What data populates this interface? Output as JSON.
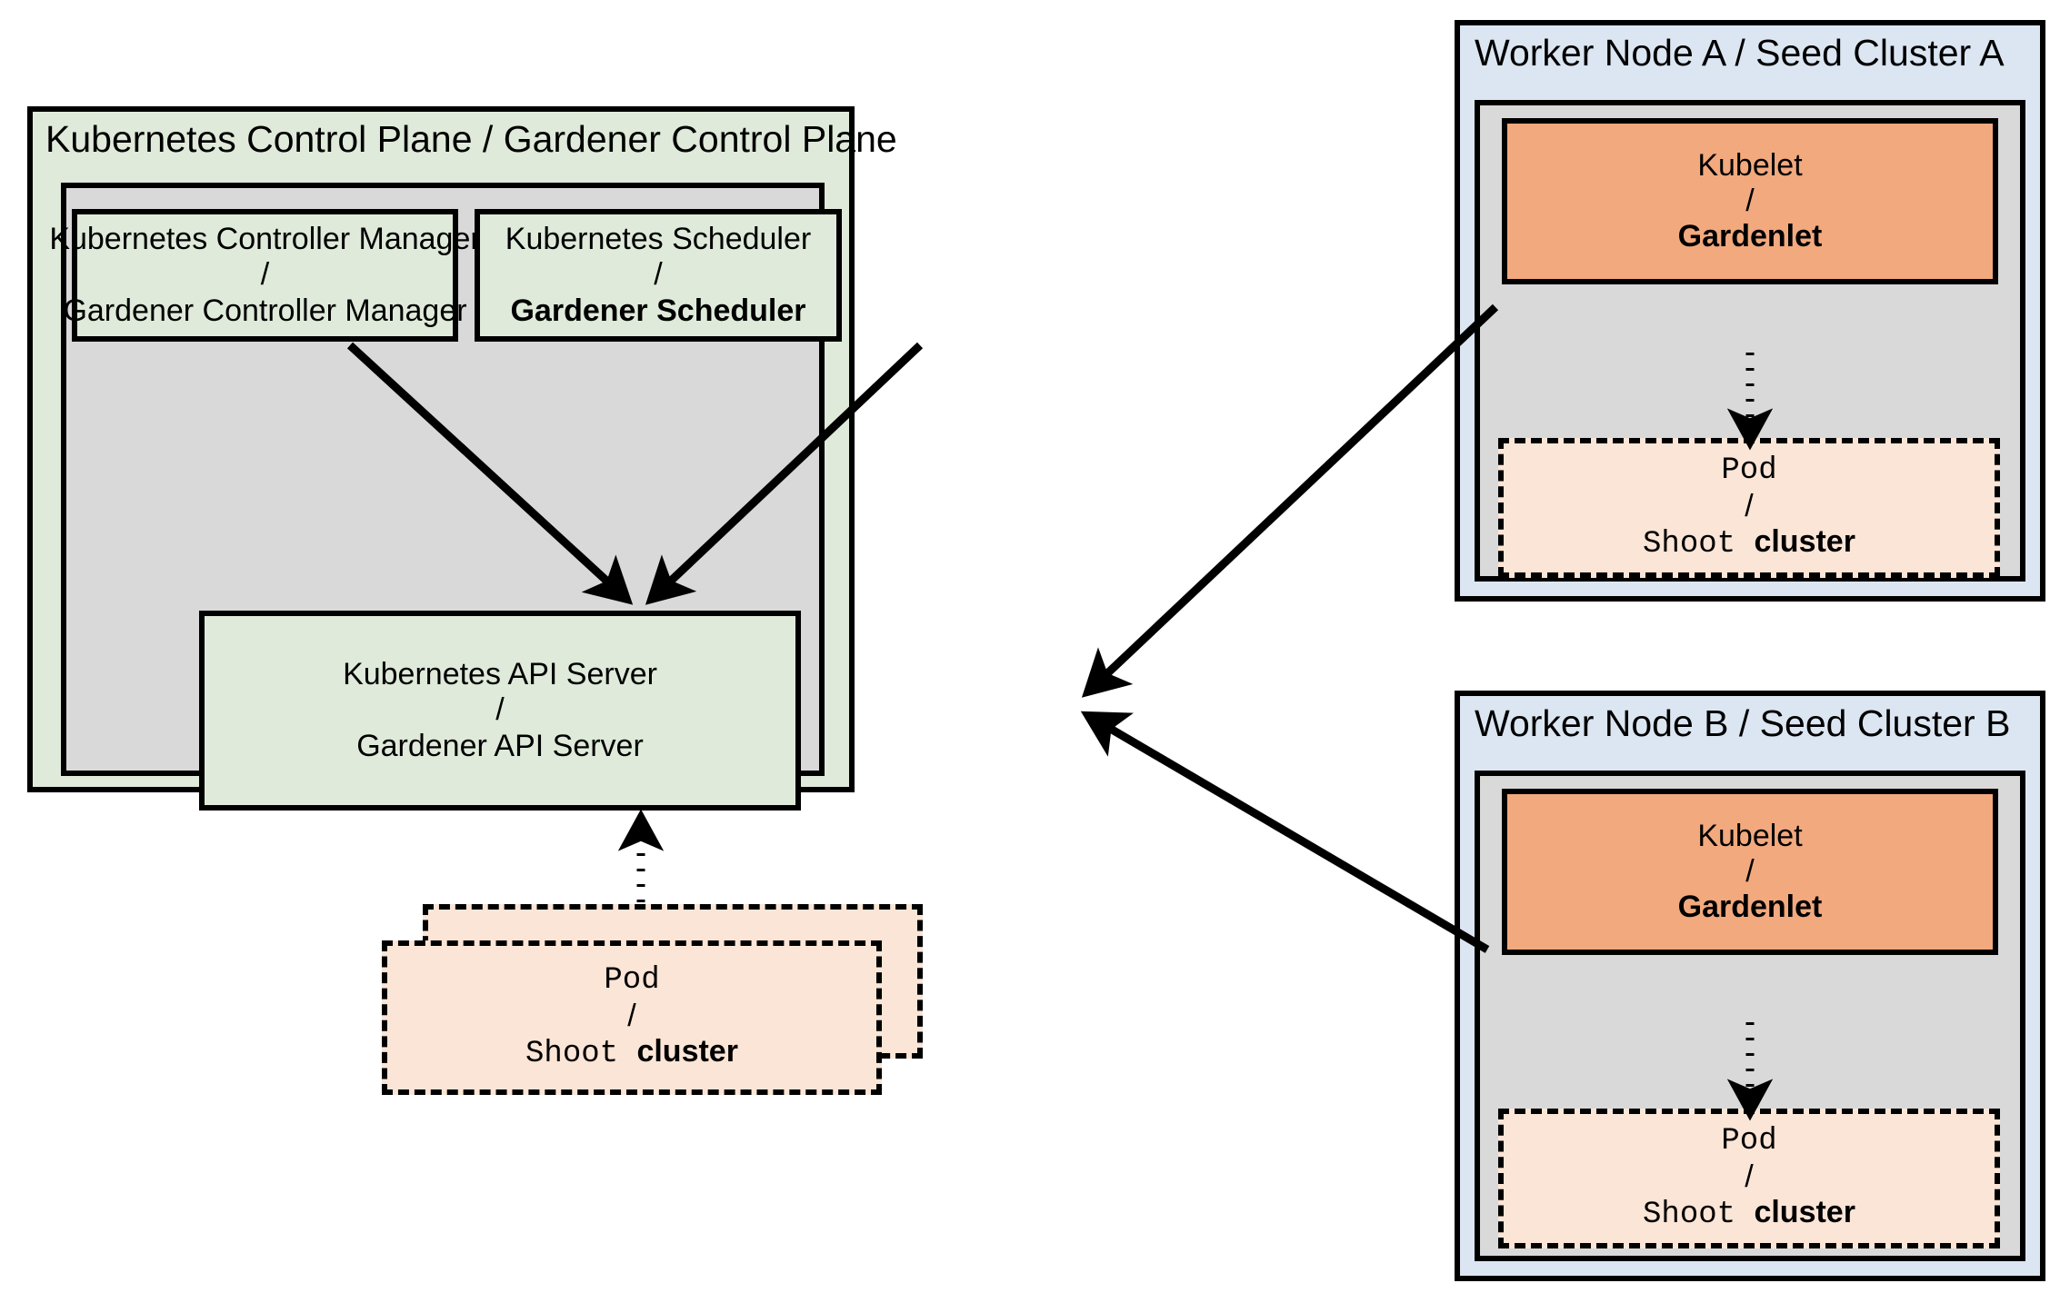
{
  "diagram": {
    "title_semantic": "gardener-kubernetes-architecture-analogy",
    "colors": {
      "control_plane_green": "#dfeada",
      "inner_gray": "#d9d9d9",
      "worker_blue": "#dce6f2",
      "kubelet_orange": "#f2a97e",
      "pod_peach": "#fbe5d6",
      "stroke": "#000000"
    }
  },
  "control_plane": {
    "title": "Kubernetes Control Plane / Gardener Control Plane",
    "controller_manager": {
      "line1": "Kubernetes Controller Manager",
      "separator": "/",
      "line2": "Gardener Controller Manager",
      "line2_bold": false
    },
    "scheduler": {
      "line1": "Kubernetes Scheduler",
      "separator": "/",
      "line2": "Gardener Scheduler",
      "line2_bold": true
    },
    "api_server": {
      "line1": "Kubernetes API Server",
      "separator": "/",
      "line2": "Gardener API Server",
      "line2_bold": false
    },
    "pod": {
      "line1": "Pod",
      "separator": "/",
      "line2_mono": "Shoot ",
      "line2_bold": "cluster"
    }
  },
  "worker_nodes": [
    {
      "title": "Worker Node A / Seed Cluster A",
      "kubelet": {
        "line1": "Kubelet",
        "separator": "/",
        "line2": "Gardenlet",
        "line2_bold": true
      },
      "pod": {
        "line1": "Pod",
        "separator": "/",
        "line2_mono": "Shoot ",
        "line2_bold": "cluster"
      }
    },
    {
      "title": "Worker Node B / Seed Cluster B",
      "kubelet": {
        "line1": "Kubelet",
        "separator": "/",
        "line2": "Gardenlet",
        "line2_bold": true
      },
      "pod": {
        "line1": "Pod",
        "separator": "/",
        "line2_mono": "Shoot ",
        "line2_bold": "cluster"
      }
    }
  ],
  "connections": [
    {
      "name": "controller-manager-to-api-server",
      "style": "solid",
      "from": "controller_manager",
      "to": "api_server"
    },
    {
      "name": "scheduler-to-api-server",
      "style": "solid",
      "from": "scheduler",
      "to": "api_server"
    },
    {
      "name": "control-plane-pod-to-api-server",
      "style": "dotted",
      "from": "pod",
      "to": "api_server"
    },
    {
      "name": "gardenlet-a-to-api-server",
      "style": "solid",
      "from": "worker_a_kubelet",
      "to": "api_server"
    },
    {
      "name": "gardenlet-b-to-api-server",
      "style": "solid",
      "from": "worker_b_kubelet",
      "to": "api_server"
    },
    {
      "name": "gardenlet-a-to-pod-a",
      "style": "dotted",
      "from": "worker_a_kubelet",
      "to": "worker_a_pod"
    },
    {
      "name": "gardenlet-b-to-pod-b",
      "style": "dotted",
      "from": "worker_b_kubelet",
      "to": "worker_b_pod"
    }
  ]
}
